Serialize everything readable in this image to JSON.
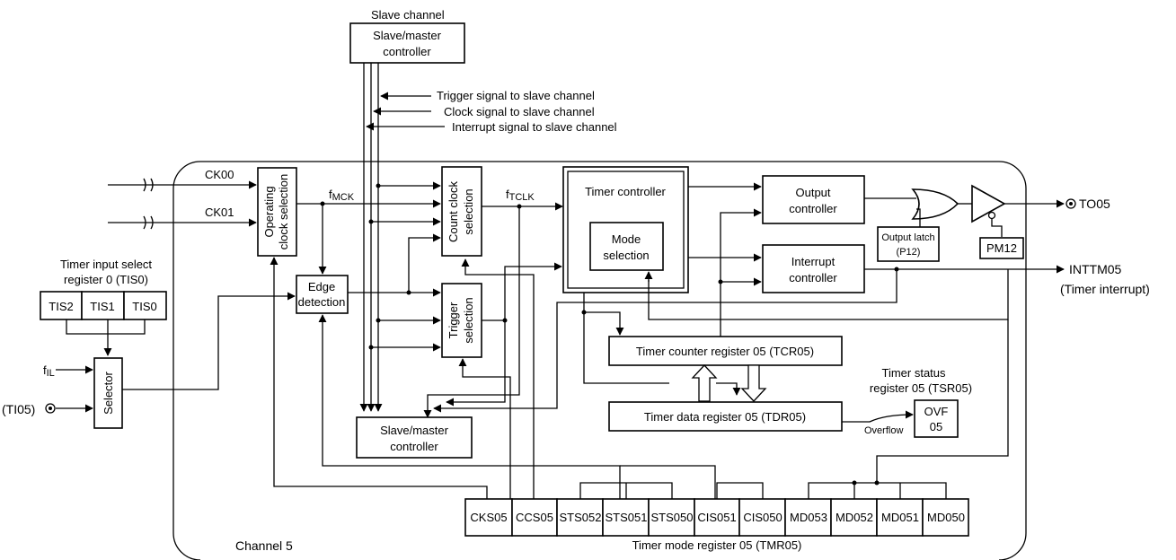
{
  "diagram": {
    "slave_channel_title": "Slave channel",
    "slave_master_top": [
      "Slave/master",
      "controller"
    ],
    "trigger_signal": "Trigger signal to slave channel",
    "clock_signal": "Clock signal to slave channel",
    "interrupt_signal": "Interrupt signal to slave channel",
    "ck00": "CK00",
    "ck01": "CK01",
    "operating_clock_selection": [
      "Operating",
      "clock selection"
    ],
    "fmck": {
      "base": "f",
      "sub": "MCK"
    },
    "ftclk": {
      "base": "f",
      "sub": "TCLK"
    },
    "count_clock_selection": [
      "Count clock",
      "selection"
    ],
    "timer_controller": "Timer controller",
    "mode_selection": [
      "Mode",
      "selection"
    ],
    "output_controller": [
      "Output",
      "controller"
    ],
    "interrupt_controller": [
      "Interrupt",
      "controller"
    ],
    "output_latch": [
      "Output latch",
      "(P12)"
    ],
    "pm12": "PM12",
    "to05": "TO05",
    "inttm05": "INTTM05",
    "timer_interrupt": "(Timer interrupt)",
    "tis_title": [
      "Timer input select",
      "register 0 (TIS0)"
    ],
    "tis_bits": [
      "TIS2",
      "TIS1",
      "TIS0"
    ],
    "fil": {
      "base": "f",
      "sub": "IL"
    },
    "ti05": "(TI05)",
    "selector": "Selector",
    "edge_detection": [
      "Edge",
      "detection"
    ],
    "trigger_selection": [
      "Trigger",
      "selection"
    ],
    "tcr05": "Timer counter register 05 (TCR05)",
    "tdr05": "Timer data register 05 (TDR05)",
    "tsr_title": [
      "Timer status",
      "register 05 (TSR05)"
    ],
    "ovf": [
      "OVF",
      "05"
    ],
    "overflow": "Overflow",
    "slave_master_bottom": [
      "Slave/master",
      "controller"
    ],
    "tmr_bits": [
      "CKS05",
      "CCS05",
      "STS052",
      "STS051",
      "STS050",
      "CIS051",
      "CIS050",
      "MD053",
      "MD052",
      "MD051",
      "MD050"
    ],
    "tmr_caption": "Timer mode register 05 (TMR05)",
    "channel_label": "Channel 5"
  }
}
